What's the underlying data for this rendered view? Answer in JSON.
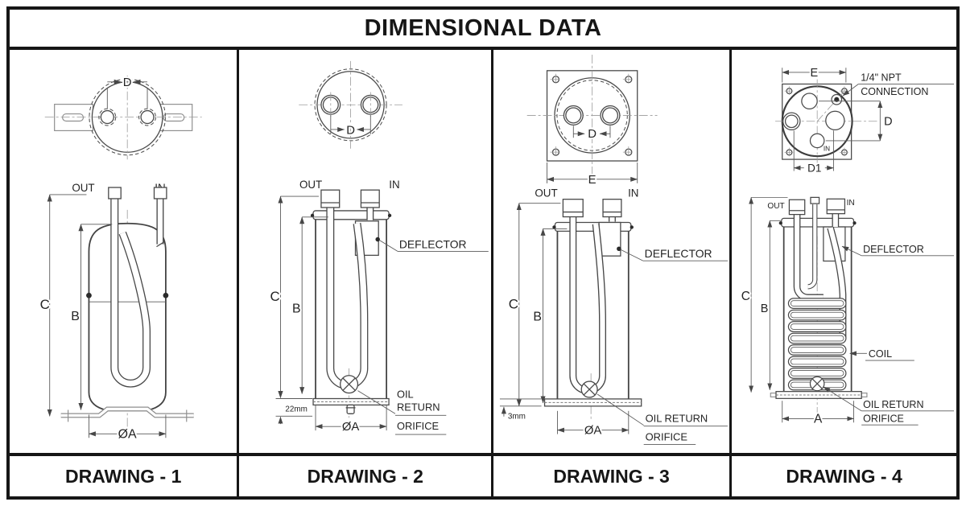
{
  "title": "DIMENSIONAL DATA",
  "colors": {
    "border": "#161616",
    "line": "#4a4a4a",
    "light_line": "#8f8f8f",
    "text": "#242424",
    "background": "#ffffff"
  },
  "drawings": [
    {
      "id": 1,
      "caption": "DRAWING - 1",
      "labels": {
        "out": "OUT",
        "in": "IN"
      },
      "dimensions": {
        "d": "D",
        "c": "C",
        "b": "B",
        "a": "ØA"
      }
    },
    {
      "id": 2,
      "caption": "DRAWING - 2",
      "labels": {
        "out": "OUT",
        "in": "IN",
        "deflector": "DEFLECTOR",
        "oil_line1": "OIL",
        "oil_line2": "RETURN",
        "orifice": "ORIFICE"
      },
      "dimensions": {
        "d": "D",
        "c": "C",
        "b": "B",
        "a": "ØA",
        "bottom_offset": "22mm"
      }
    },
    {
      "id": 3,
      "caption": "DRAWING - 3",
      "labels": {
        "out": "OUT",
        "in": "IN",
        "deflector": "DEFLECTOR",
        "oil_return": "OIL RETURN",
        "orifice": "ORIFICE"
      },
      "dimensions": {
        "d": "D",
        "e": "E",
        "c": "C",
        "b": "B",
        "a": "ØA",
        "bottom_offset": "3mm"
      }
    },
    {
      "id": 4,
      "caption": "DRAWING - 4",
      "labels": {
        "out": "OUT",
        "in": "IN",
        "in_top": "IN",
        "deflector": "DEFLECTOR",
        "coil": "COIL",
        "oil_return": "OIL RETURN",
        "orifice": "ORIFICE",
        "npt_line1": "1/4\" NPT",
        "npt_line2": "CONNECTION"
      },
      "dimensions": {
        "d": "D",
        "d1": "D1",
        "e": "E",
        "c": "C",
        "b": "B",
        "a": "A"
      }
    }
  ]
}
